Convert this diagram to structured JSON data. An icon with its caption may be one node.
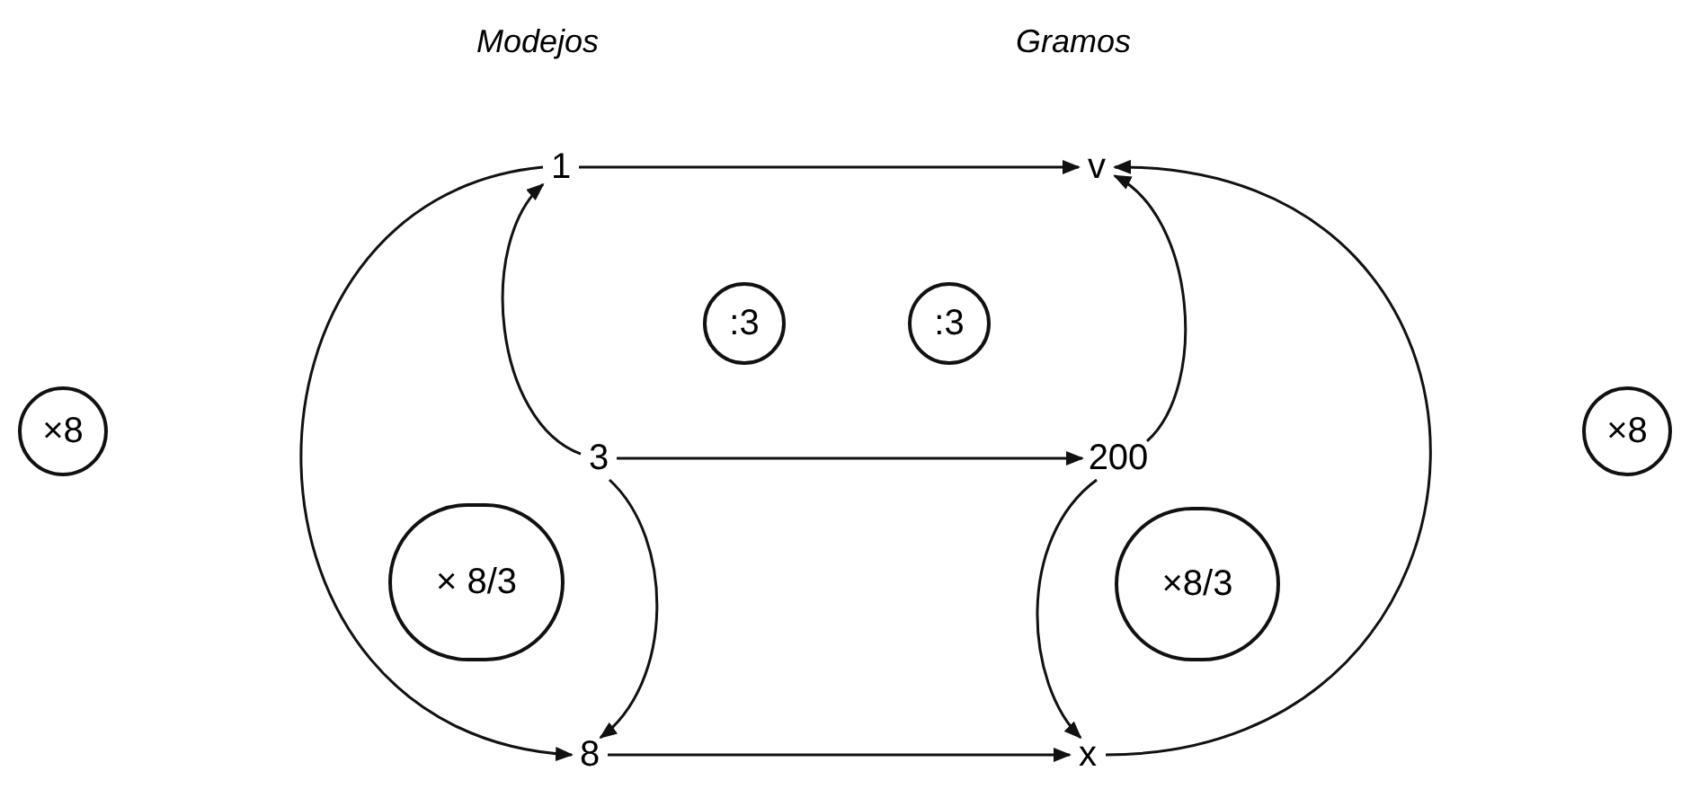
{
  "diagram": {
    "nodes": [
      {
        "text": [
          "1"
        ]
      },
      {
        "text": [
          "v"
        ]
      },
      {
        "text": [
          ":3"
        ]
      },
      {
        "text": [
          ":3"
        ]
      },
      {
        "text": [
          "×8"
        ]
      },
      {
        "text": [
          "3"
        ]
      },
      {
        "text": [
          "200"
        ]
      },
      {
        "text": [
          "×8"
        ]
      },
      {
        "text": [
          "× 8/3"
        ]
      },
      {
        "text": [
          "×8/3"
        ]
      },
      {
        "text": [
          "8"
        ]
      },
      {
        "text": [
          "x"
        ]
      }
    ],
    "edges": [
      {
        "from": 0,
        "to": 1,
        "arrow": "to"
      },
      {
        "from": 5,
        "to": 6,
        "arrow": "to"
      },
      {
        "from": 10,
        "to": 11,
        "arrow": "to"
      },
      {
        "from": 0,
        "to": 10,
        "arrow": "to"
      },
      {
        "from": 5,
        "to": 0,
        "arrow": "to"
      },
      {
        "from": 5,
        "to": 10,
        "arrow": "to"
      },
      {
        "from": 6,
        "to": 1,
        "arrow": "to"
      },
      {
        "from": 6,
        "to": 11,
        "arrow": "to"
      },
      {
        "from": 11,
        "to": 1,
        "arrow": "to"
      }
    ],
    "labels": [
      "Modejos",
      "Gramos"
    ]
  }
}
